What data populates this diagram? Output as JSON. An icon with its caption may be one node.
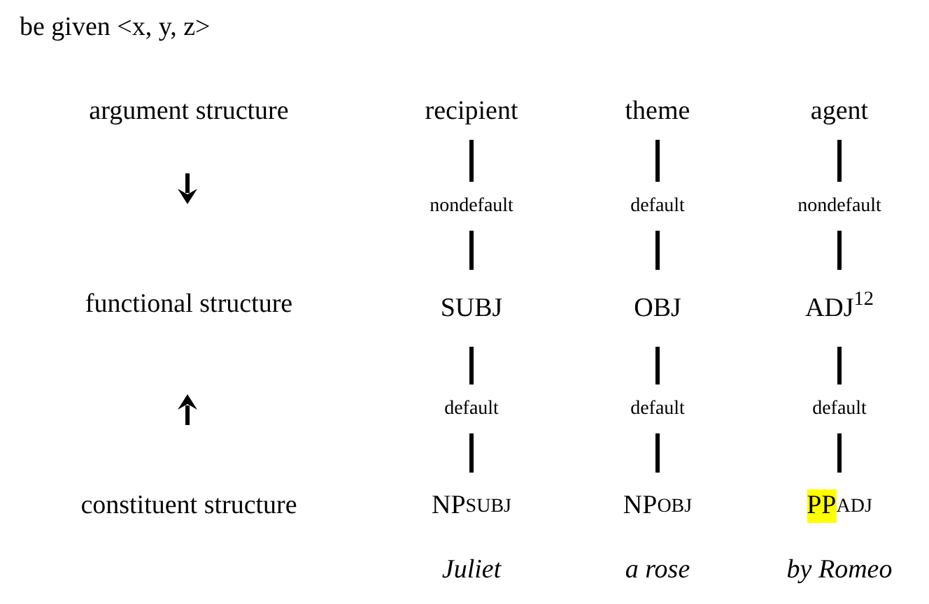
{
  "diagram": {
    "nodes": [
      {
        "text": [
          "recipient"
        ]
      },
      {
        "text": [
          "theme"
        ]
      },
      {
        "text": [
          "agent"
        ]
      },
      {
        "text": [
          "nondefault"
        ]
      },
      {
        "text": [
          "default"
        ]
      },
      {
        "text": [
          "nondefault"
        ]
      },
      {
        "text": [
          "SUBJ"
        ]
      },
      {
        "text": [
          "OBJ"
        ]
      },
      {
        "text": [
          "ADJ$^{12}$"
        ]
      },
      {
        "text": [
          "default"
        ]
      },
      {
        "text": [
          "default"
        ]
      },
      {
        "text": [
          "default"
        ]
      },
      {
        "text": [
          "NP",
          "SUBJ"
        ]
      },
      {
        "text": [
          "NP",
          "OBJ"
        ]
      },
      {
        "text": [
          "PP",
          "ADJ"
        ]
      }
    ],
    "edges": [
      {
        "from": 0,
        "to": 3,
        "arrow": "none"
      },
      {
        "from": 1,
        "to": 4,
        "arrow": "none"
      },
      {
        "from": 2,
        "to": 5,
        "arrow": "none"
      },
      {
        "from": 3,
        "to": 6,
        "arrow": "none"
      },
      {
        "from": 4,
        "to": 7,
        "arrow": "none"
      },
      {
        "from": 5,
        "to": 8,
        "arrow": "none"
      },
      {
        "from": 6,
        "to": 9,
        "arrow": "none"
      },
      {
        "from": 7,
        "to": 10,
        "arrow": "none"
      },
      {
        "from": 8,
        "to": 11,
        "arrow": "none"
      },
      {
        "from": 9,
        "to": 12,
        "arrow": "none"
      },
      {
        "from": 10,
        "to": 13,
        "arrow": "none"
      },
      {
        "from": 11,
        "to": 14,
        "arrow": "none"
      }
    ],
    "labels": [
      "be given <x, y, z>",
      "argument structure",
      "functional structure",
      "constituent structure",
      "Juliet",
      "a rose",
      "by Romeo"
    ]
  }
}
